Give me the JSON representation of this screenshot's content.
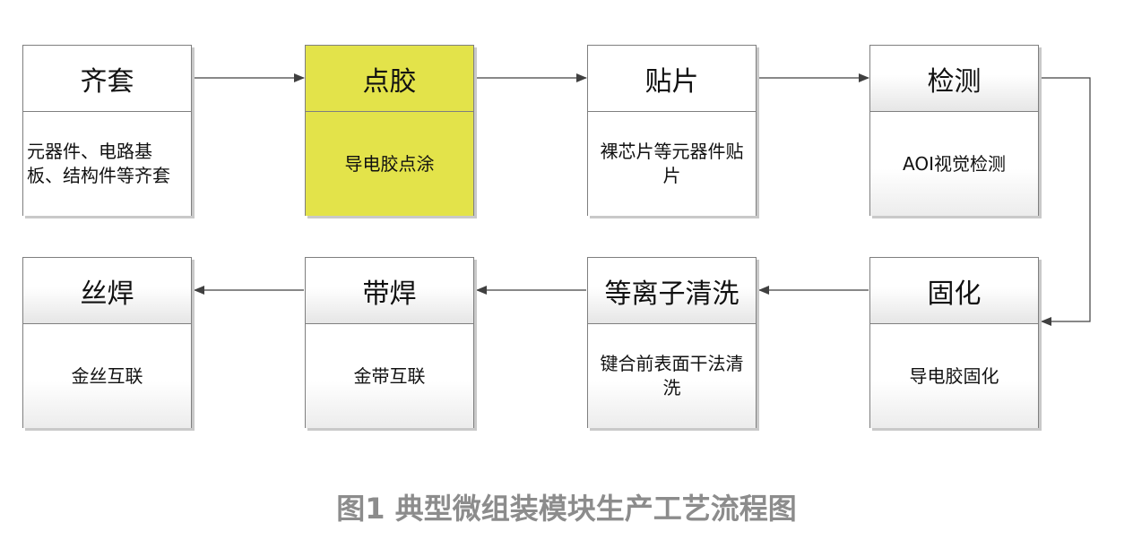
{
  "steps": [
    {
      "title": "齐套",
      "desc": "元器件、电路基板、结构件等齐套"
    },
    {
      "title": "点胶",
      "desc": "导电胶点涂"
    },
    {
      "title": "贴片",
      "desc": "裸芯片等元器件贴片"
    },
    {
      "title": "检测",
      "desc": "AOI视觉检测"
    },
    {
      "title": "固化",
      "desc": "导电胶固化"
    },
    {
      "title": "等离子清洗",
      "desc": "键合前表面干法清洗"
    },
    {
      "title": "带焊",
      "desc": "金带互联"
    },
    {
      "title": "丝焊",
      "desc": "金丝互联"
    }
  ],
  "caption": "图1 典型微组装模块生产工艺流程图",
  "colors": {
    "highlight": "#e3e34a",
    "border": "#7f7f7f",
    "arrow": "#404040",
    "caption": "#8c8c8c"
  }
}
